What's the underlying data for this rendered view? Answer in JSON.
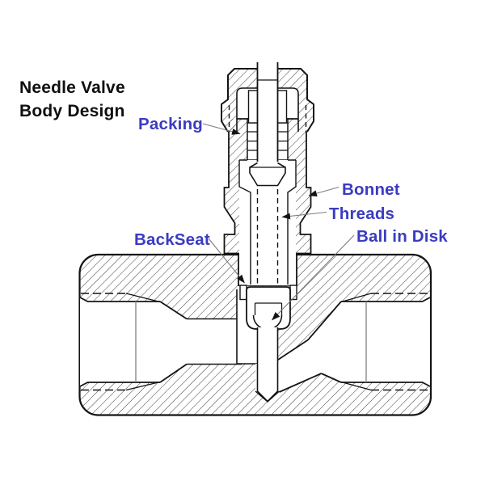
{
  "diagram_title": {
    "line1": "Needle Valve",
    "line2": "Body Design"
  },
  "labels": {
    "packing": "Packing",
    "bonnet": "Bonnet",
    "threads": "Threads",
    "ball_in_disk": "Ball in Disk",
    "backseat": "BackSeat"
  },
  "colors": {
    "title_text": "#0f0f0f",
    "label_text": "#3b3bc2",
    "leader_line": "#7d7d7d",
    "drawing_line": "#141414",
    "background": "#ffffff"
  }
}
